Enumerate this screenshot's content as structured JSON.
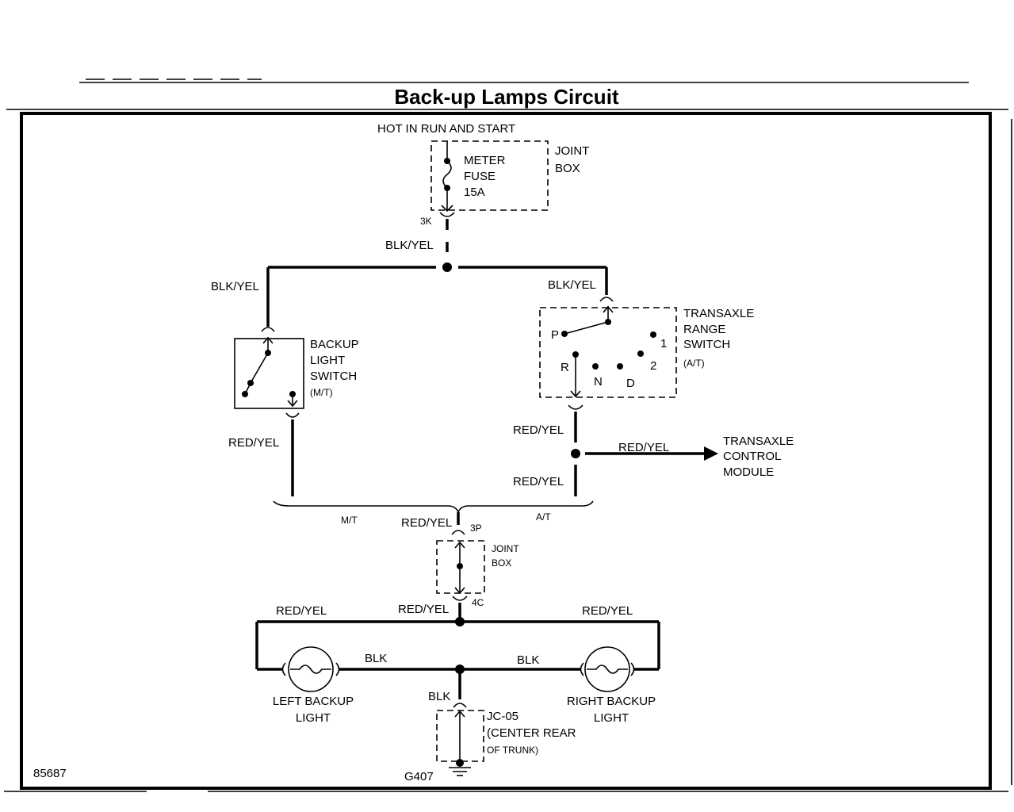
{
  "title": "Back-up Lamps Circuit",
  "figure_number": "85687",
  "power": {
    "label": "HOT IN RUN AND START"
  },
  "joint_box_top": {
    "label_line1": "JOINT",
    "label_line2": "BOX",
    "fuse_line1": "METER",
    "fuse_line2": "FUSE",
    "fuse_line3": "15A",
    "connector": "3K"
  },
  "wires": {
    "feed": "BLK/YEL",
    "left_branch": "BLK/YEL",
    "right_branch": "BLK/YEL",
    "mt_out": "RED/YEL",
    "at_out": "RED/YEL",
    "at_to_module": "RED/YEL",
    "at_lower": "RED/YEL",
    "to_joint_box": "RED/YEL",
    "from_joint_box": "RED/YEL",
    "to_left_lamp": "RED/YEL",
    "to_right_lamp": "RED/YEL",
    "left_ground": "BLK",
    "right_ground": "BLK",
    "ground_drop": "BLK"
  },
  "backup_light_switch": {
    "line1": "BACKUP",
    "line2": "LIGHT",
    "line3": "SWITCH",
    "line4": "(M/T)"
  },
  "transaxle_range_switch": {
    "line1": "TRANSAXLE",
    "line2": "RANGE",
    "line3": "SWITCH",
    "line4": "(A/T)",
    "positions": {
      "p": "P",
      "r": "R",
      "n": "N",
      "d": "D",
      "one": "1",
      "two": "2"
    }
  },
  "transaxle_control_module": {
    "line1": "TRANSAXLE",
    "line2": "CONTROL",
    "line3": "MODULE"
  },
  "variants": {
    "mt": "M/T",
    "at": "A/T"
  },
  "joint_box_bottom": {
    "label_line1": "JOINT",
    "label_line2": "BOX",
    "connector_in": "3P",
    "connector_out": "4C"
  },
  "left_lamp": {
    "line1": "LEFT BACKUP",
    "line2": "LIGHT"
  },
  "right_lamp": {
    "line1": "RIGHT BACKUP",
    "line2": "LIGHT"
  },
  "ground_connector": {
    "line1": "JC-05",
    "line2": "(CENTER REAR",
    "line3": "OF TRUNK)"
  },
  "ground": {
    "label": "G407"
  }
}
